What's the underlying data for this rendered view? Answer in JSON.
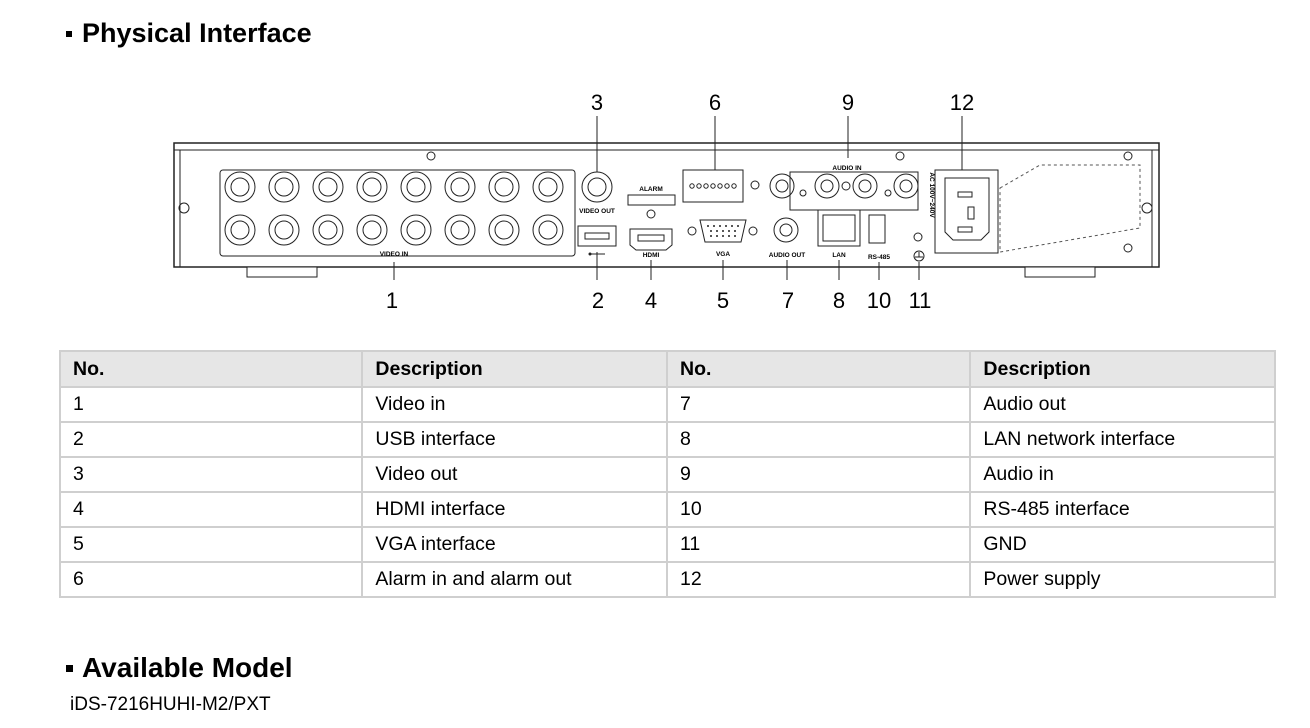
{
  "section1": {
    "title": "Physical Interface"
  },
  "diagram": {
    "callouts": [
      "1",
      "2",
      "3",
      "4",
      "5",
      "6",
      "7",
      "8",
      "9",
      "10",
      "11",
      "12"
    ],
    "labels": {
      "video_in": "VIDEO IN",
      "video_out": "VIDEO OUT",
      "alarm": "ALARM",
      "hdmi": "HDMI",
      "vga": "VGA",
      "audio_out": "AUDIO OUT",
      "audio_in": "AUDIO IN",
      "lan": "LAN",
      "rs485": "RS-485",
      "ac": "AC 100V~240V"
    },
    "icons": [
      "usb-icon",
      "ground-icon",
      "power-socket-icon"
    ]
  },
  "table": {
    "headers": [
      "No.",
      "Description",
      "No.",
      "Description"
    ],
    "rows": [
      [
        "1",
        "Video in",
        "7",
        "Audio out"
      ],
      [
        "2",
        "USB interface",
        "8",
        "LAN network interface"
      ],
      [
        "3",
        "Video out",
        "9",
        "Audio in"
      ],
      [
        "4",
        "HDMI interface",
        "10",
        "RS-485 interface"
      ],
      [
        "5",
        "VGA interface",
        "11",
        "GND"
      ],
      [
        "6",
        "Alarm in and alarm out",
        "12",
        "Power supply"
      ]
    ]
  },
  "section2": {
    "title": "Available Model",
    "model": "iDS-7216HUHI-M2/PXT"
  }
}
